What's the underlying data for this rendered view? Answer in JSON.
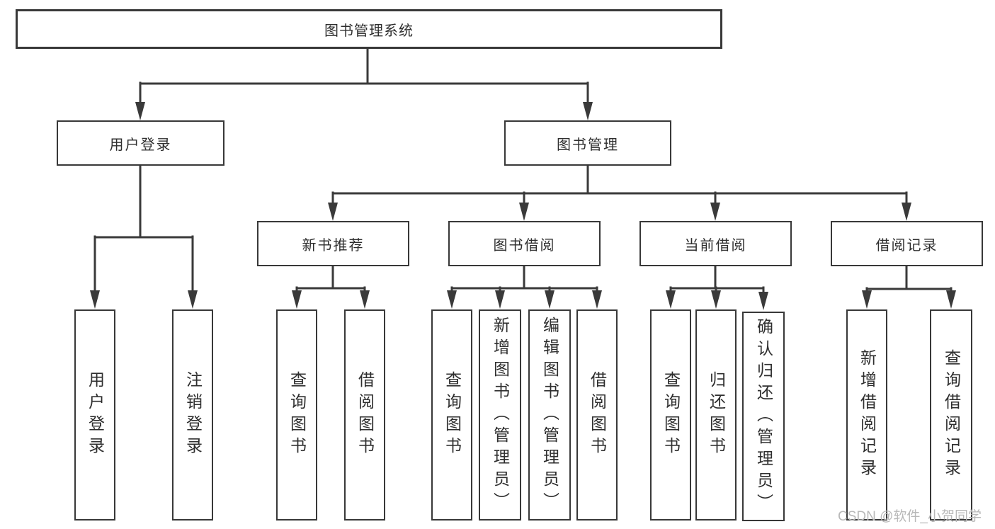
{
  "diagram": {
    "title": "图书管理系统",
    "root": {
      "label": "图书管理系统"
    },
    "level2": [
      {
        "label": "用户登录"
      },
      {
        "label": "图书管理"
      }
    ],
    "level3": [
      {
        "label": "新书推荐",
        "parent": "图书管理"
      },
      {
        "label": "图书借阅",
        "parent": "图书管理"
      },
      {
        "label": "当前借阅",
        "parent": "图书管理"
      },
      {
        "label": "借阅记录",
        "parent": "图书管理"
      }
    ],
    "leaves": [
      {
        "label": "用户登录",
        "parent": "用户登录"
      },
      {
        "label": "注销登录",
        "parent": "用户登录"
      },
      {
        "label": "查询图书",
        "parent": "新书推荐"
      },
      {
        "label": "借阅图书",
        "parent": "新书推荐"
      },
      {
        "label": "查询图书",
        "parent": "图书借阅"
      },
      {
        "label": "新增图书（管理员）",
        "parent": "图书借阅"
      },
      {
        "label": "编辑图书（管理员）",
        "parent": "图书借阅"
      },
      {
        "label": "借阅图书",
        "parent": "图书借阅"
      },
      {
        "label": "查询图书",
        "parent": "当前借阅"
      },
      {
        "label": "归还图书",
        "parent": "当前借阅"
      },
      {
        "label": "确认归还（管理员）",
        "parent": "当前借阅"
      },
      {
        "label": "新增借阅记录",
        "parent": "借阅记录"
      },
      {
        "label": "查询借阅记录",
        "parent": "借阅记录"
      }
    ]
  },
  "watermark": {
    "text": "CSDN @软件_小贺同学"
  },
  "colors": {
    "line": "#3a3a3a",
    "box_border": "#383838",
    "box_fill": "#ffffff",
    "text": "#2e2e2e",
    "watermark": "#b8b8b8",
    "background": "#ffffff"
  }
}
